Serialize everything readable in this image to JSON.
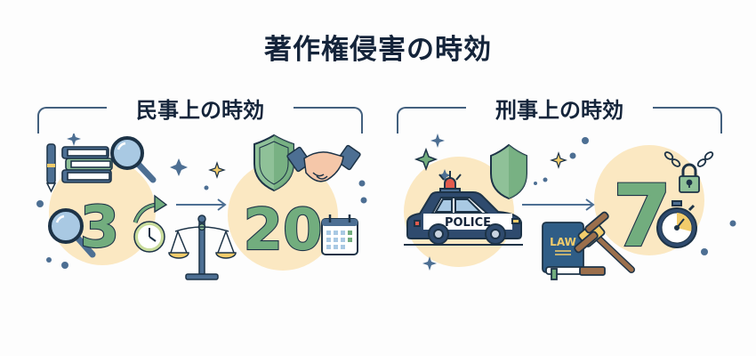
{
  "title": "著作権侵害の時効",
  "sections": [
    {
      "id": "civil",
      "label": "民事上の時効",
      "periods": [
        {
          "value": "3",
          "meaning": "short period (from knowing)",
          "icons": [
            "pen-icon",
            "books-icon",
            "magnifier-icon",
            "magnifier-icon",
            "arrow-curve-icon",
            "clock-icon"
          ]
        },
        {
          "value": "20",
          "meaning": "long period",
          "icons": [
            "shield-icon",
            "handshake-icon",
            "calendar-icon"
          ]
        }
      ],
      "connector_icons": [
        "arrow-right-icon",
        "scales-icon"
      ]
    },
    {
      "id": "criminal",
      "label": "刑事上の時効",
      "periods": [
        {
          "value": "7",
          "meaning": "criminal statute of limitations",
          "icons": [
            "padlock-chain-icon",
            "stopwatch-icon"
          ]
        }
      ],
      "left_icons": [
        "police-car-icon",
        "shield-icon"
      ],
      "police_text": "POLICE",
      "law_book_text": "LAW",
      "connector_icons": [
        "arrow-right-icon",
        "law-book-icon",
        "gavel-icon"
      ]
    }
  ],
  "colors": {
    "title": "#14243a",
    "frame": "#43607e",
    "circle_bg": "#fbe8c2",
    "number_green": "#72ad7e",
    "outline": "#1d3347",
    "icon_blue": "#4d6f93",
    "light_blue": "#a9c9e3",
    "accent_yellow": "#f2cc6b",
    "sparkle": "#4d6f93"
  }
}
